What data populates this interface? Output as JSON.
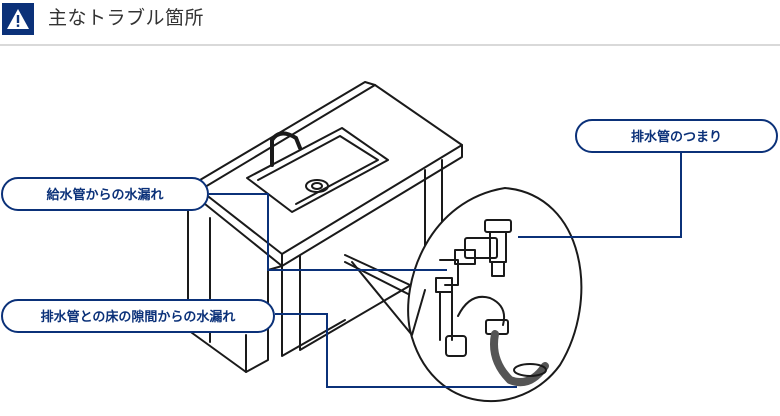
{
  "header": {
    "title": "主なトラブル箇所",
    "icon": "warning-triangle-icon"
  },
  "callouts": {
    "drain_clog": "排水管のつまり",
    "supply_leak": "給水管からの水漏れ",
    "floor_gap_leak": "排水管との床の隙間からの水漏れ"
  },
  "colors": {
    "accent": "#0b3179",
    "line": "#1a1a1a",
    "rule": "#d9d9d9"
  }
}
